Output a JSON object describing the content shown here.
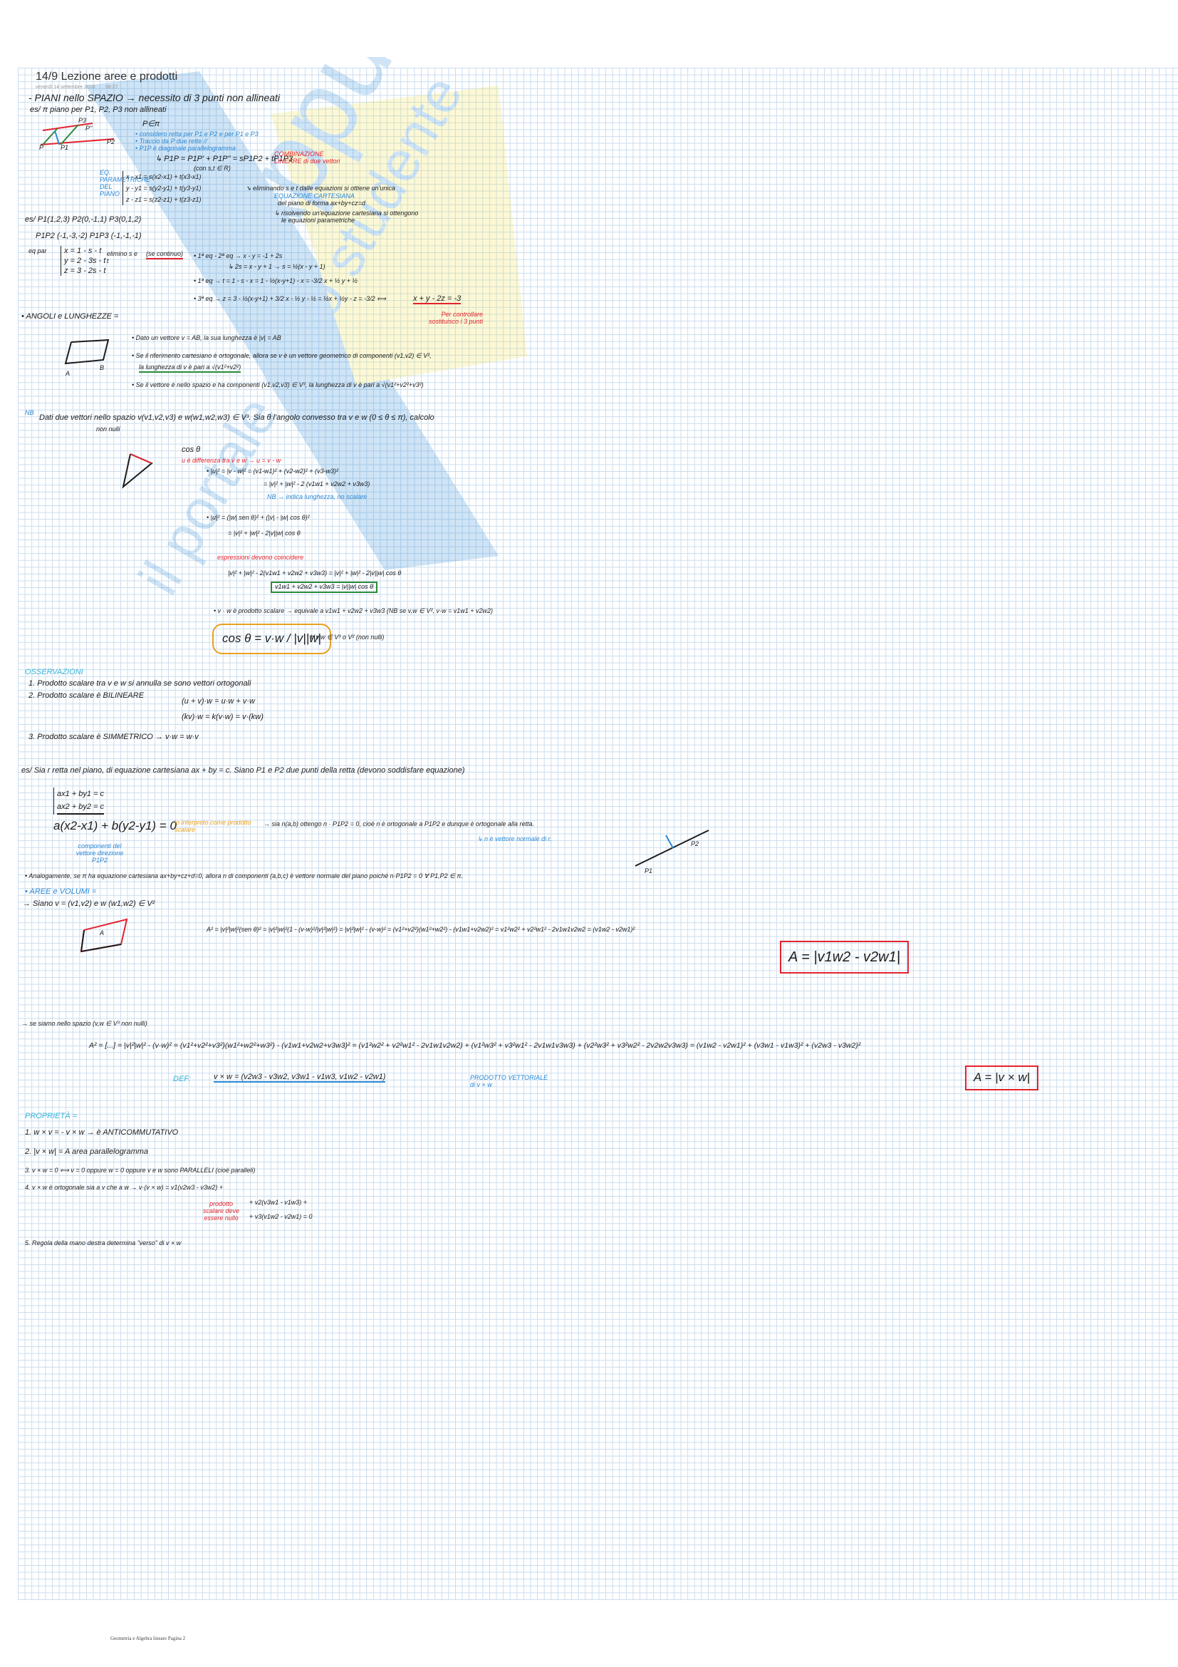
{
  "header": {
    "title": "14/9 Lezione aree e prodotti",
    "date": "venerdì 14 settembre 2018",
    "time": "08:27"
  },
  "footer": "Geometria e Algebra lineare Pagina 2",
  "watermark": {
    "brand": "Appunti.net",
    "tagline": "il portale dello studente"
  },
  "colors": {
    "ink": "#1c1c1c",
    "red": "#e3232e",
    "blue": "#2b88d6",
    "cyan": "#35b4da",
    "green": "#2a8a3a",
    "orange": "#e8a020",
    "grid": "#c9dcee"
  },
  "piani": {
    "heading": "- PIANI nello SPAZIO → necessito di 3 punti non allineati",
    "example": "es/ π piano per P1, P2, P3 non allineati",
    "fig_labels": [
      "P",
      "P1",
      "P2",
      "P3",
      "P''"
    ],
    "p_in": "P∈π",
    "bullets": [
      "• considero retta per P1 e P2 e per P1 e P3",
      "• Traccio da P due rette //",
      "• P1P è diagonale parallelogramma"
    ],
    "vector_eq": "↳ P1P = P1P' + P1P'' = sP1P2 + tP1P3",
    "comb_note": "COMBINAZIONE LINEARE di due vettori",
    "st": "(con s,t ∈ R)",
    "param_label": "EQ. PARAMETRICHE DEL PIANO",
    "system": [
      "x - x1 = s(x2-x1) + t(x3-x1)",
      "y - y1 = s(y2-y1) + t(y3-y1)",
      "z - z1 = s(z2-z1) + t(z3-z1)"
    ],
    "elim": "➘ eliminando s e t dalle equazioni si ottiene un'unica",
    "cart": "EQUAZIONE CARTESIANA",
    "cart2": "del piano di forma ax+by+cz=d",
    "solve": "↳ risolvendo un'equazione cartesiana si ottengono",
    "solve2": "le equazioni parametriche"
  },
  "esempio1": {
    "points": "es/ P1(1,2,3)   P2(0,-1,1)   P3(0,1,2)",
    "vectors": "P1P2 (-1,-3,-2)     P1P3 (-1,-1,-1)",
    "eqpar": "eq par",
    "system": [
      "x = 1 - s - t",
      "y = 2 - 3s - t",
      "z = 3 - 2s - t"
    ],
    "elim": "elimino s e t",
    "continuo": "(se continuo)",
    "steps": [
      "• 1ª eq - 2ª eq → x - y = -1 + 2s",
      "↳ 2s = x - y + 1 → s = ½(x - y + 1)",
      "• 1ª eq → t = 1 - s - x = 1 - ½(x-y+1) - x = -3/2 x + ½ y + ½",
      "• 3ª eq → z = 3 - ½(x-y+1) + 3/2 x - ½ y - ½ = ½x + ½y - z = -3/2 ⟺"
    ],
    "result": "x + y - 2z = -3",
    "check": "Per controllare sostituisco i 3 punti"
  },
  "angoli": {
    "heading": "• ANGOLI e LUNGHEZZE =",
    "fig_labels": [
      "A",
      "B"
    ],
    "bullets": [
      "• Dato un vettore v = AB, la sua lunghezza è |v| = AB",
      "• Se il riferimento cartesiano è ortogonale, allora se v è un vettore geometrico di componenti (v1,v2) ∈ V²,",
      "la lunghezza di v è pari a √(v1²+v2²)",
      "• Se il vettore è nello spazio e ha componenti (v1,v2,v3) ∈ V³, la lunghezza di v è pari a √(v1²+v2²+v3²)"
    ],
    "nb": "NB",
    "def": "Dati due vettori nello spazio v(v1,v2,v3) e w(w1,w2,w3) ∈ V³. Sia θ l'angolo convesso tra v e w (0 ≤ θ ≤ π), calcolo",
    "non_nulli": "non nulli",
    "cos": "cos θ",
    "diff": "u è differenza tra v e w → u = v - w",
    "eq1": "• |u|² = |v - w|² = (v1-w1)² + (v2-w2)² + (v3-w3)²",
    "eq2": "= |v|² + |w|² - 2 (v1w1 + v2w2 + v3w3)",
    "note": "NB → indica lunghezza, no scalare",
    "eq3": "• |u|² = (|w| sen θ)² + (|v| - |w| cos θ)²",
    "eq4": "= |v|² + |w|² - 2|v||w| cos θ",
    "coincide": "espressioni devono coincidere",
    "eq5": "|v|² + |w|² - 2(v1w1 + v2w2 + v3w3) = |v|² + |w|² - 2|v||w| cos θ",
    "eq6": "v1w1 + v2w2 + v3w3 = |v||w| cos θ",
    "scalar": "• v · w è prodotto scalare → equivale a v1w1 + v2w2 + v3w3  (NB se v,w ∈ V², v·w = v1w1 + v2w2)",
    "cos_formula": "cos θ = v·w / |v||w|",
    "forall": "∀ v,w ∈ V³ o V² (non nulli)"
  },
  "osservazioni": {
    "heading": "OSSERVAZIONI",
    "items": [
      "1. Prodotto scalare tra v e w si annulla se sono vettori ortogonali",
      "2. Prodotto scalare è BILINEARE",
      "3. Prodotto scalare è SIMMETRICO → v·w = w·v"
    ],
    "bilinear": [
      "(u + v)·w = u·w + v·w",
      "(kv)·w = k(v·w) = v·(kw)"
    ]
  },
  "esempio2": {
    "text": "es/ Sia r retta nel piano, di equazione cartesiana ax + by = c. Siano P1 e P2 due punti della retta (devono soddisfare equazione)",
    "system": [
      "ax1 + by1 = c",
      "ax2 + by2 = c"
    ],
    "diff": "a(x2-x1) + b(y2-y1) = 0",
    "interp": "lo interpreto come prodotto scalare",
    "conclusion": "→ sia n(a,b) ottengo n · P1P2 = 0, cioè n è ortogonale a P1P2 e dunque è ortogonale alla retta.",
    "normal": "↳ n è vettore normale di r.",
    "components": "componenti del vettore direzione P1P2",
    "fig_labels": [
      "P1",
      "P2"
    ],
    "analog": "• Analogamente, se π ha equazione cartesiana ax+by+cz+d=0, allora n di componenti (a,b,c) è vettore normale del piano poiché n·P1P2 = 0 ∀ P1,P2 ∈ π."
  },
  "aree": {
    "heading": "• AREE e VOLUMI =",
    "siano": "→ Siano v = (v1,v2) e w (w1,w2) ∈ V²",
    "fig_label": "A",
    "formula2d": "A² = |v|²|w|²(sen θ)² = |v|²|w|²(1 - (v·w)²/|v|²|w|²) = |v|²|w|² - (v·w)² = (v1²+v2²)(w1²+w2²) - (v1w1+v2w2)² = v1²w2² + v2²w1² - 2v1w1v2w2 = (v1w2 - v2w1)²",
    "result2d": "A = |v1w2 - v2w1|",
    "spazio": "→ se siamo nello spazio (v,w ∈ V³ non nulli)",
    "formula3d": "A² = [...] = |v|²|w|² - (v·w)² = (v1²+v2²+v3²)(w1²+w2²+w3²) - (v1w1+v2w2+v3w3)² = (v1²w2² + v2²w1² - 2v1w1v2w2) + (v1²w3² + v3²w1² - 2v1w1v3w3) + (v2²w3² + v3²w2² - 2v2w2v3w3) = (v1w2 - v2w1)² + (v3w1 - v1w3)² + (v2w3 - v3w2)²",
    "def_label": "DEF:",
    "def": "v × w = (v2w3 - v3w2, v3w1 - v1w3, v1w2 - v2w1)",
    "def_note": "PRODOTTO VETTORIALE di v × w",
    "result3d": "A = |v × w|"
  },
  "proprieta": {
    "heading": "PROPRIETÀ =",
    "items": [
      "1. w × v = - v × w → è ANTICOMMUTATIVO",
      "2. |v × w| = A   area parallelogramma",
      "3. v × w = 0 ⟺ v = 0 oppure w = 0 oppure v e w sono PARALLELI (cioè paralleli)",
      "4. v × w è ortogonale sia a v che a w → v·(v × w) = v1(v2w3 - v3w2) +",
      "5. Regola della mano destra determina \"verso\" di v × w"
    ],
    "p4_cont": [
      "+ v2(v3w1 - v1w3) +",
      "+ v3(v1w2 - v2w1) = 0"
    ],
    "p4_note": "prodotto scalare deve essere nullo"
  }
}
